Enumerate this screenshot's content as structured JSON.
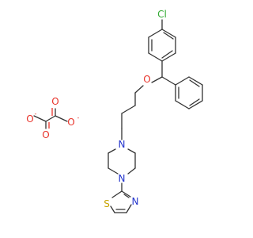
{
  "atoms": {
    "chlorine": "Cl",
    "ether_oxygen": "O",
    "piperazine_n_top": "N",
    "piperazine_n_bottom": "N",
    "thiazole_s": "S",
    "thiazole_n": "N",
    "oxalate_o_top": "O",
    "oxalate_o_bottom": "O",
    "oxalate_o_left": "O",
    "oxalate_o_right": "O"
  },
  "charges": {
    "oxalate_left": "-",
    "oxalate_right": "-"
  },
  "colors": {
    "bond": "#333333",
    "carbon_text": "#333333",
    "oxygen": "#e8332a",
    "nitrogen": "#2233cc",
    "chlorine": "#33aa33",
    "sulfur": "#c8a400"
  }
}
